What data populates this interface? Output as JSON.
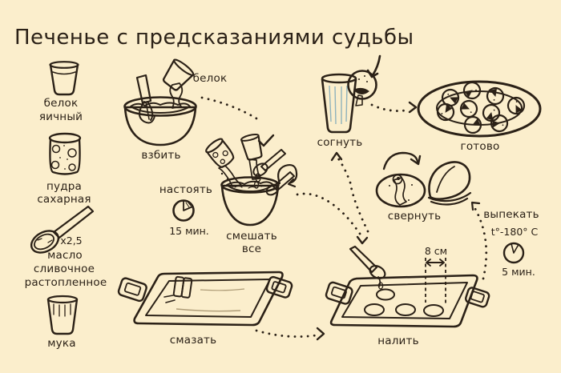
{
  "title": "Печенье с предсказаниями судьбы",
  "ingredients": {
    "egg_white": {
      "line1": "белок",
      "line2": "яичный"
    },
    "powdered_sugar": {
      "line1": "пудра",
      "line2": "сахарная"
    },
    "butter": {
      "quantity": "x2,5",
      "line1": "масло",
      "line2": "сливочное",
      "line3": "растопленное"
    },
    "flour": {
      "label": "мука"
    }
  },
  "steps": {
    "whip": {
      "label": "взбить",
      "pouring_label": "белок"
    },
    "rest": {
      "label": "настоять",
      "time": "15 мин."
    },
    "mix": {
      "line1": "смешать",
      "line2": "все"
    },
    "grease": {
      "label": "смазать"
    },
    "pour": {
      "label": "налить",
      "spacing": "8 см"
    },
    "bake": {
      "label": "выпекать",
      "temperature": "t°-180° C",
      "time": "5 мин."
    },
    "bend": {
      "label": "согнуть"
    },
    "fold": {
      "label": "свернуть"
    },
    "ready": {
      "label": "готово"
    }
  },
  "colors": {
    "background": "#FBEECC",
    "ink": "#2B2117",
    "bowl_red": "#C73B52",
    "bowl_rim_pink": "#EFC2CB",
    "glass_blue": "#BCD6DE",
    "cookie_orange": "#E99C50",
    "plate_yellow": "#F6DC4E",
    "butter_yellow": "#F2E268",
    "tray_rim_gray": "#6E675D",
    "tray_surface_tan": "#CBB795",
    "clock_slice_green": "#8CA455"
  }
}
